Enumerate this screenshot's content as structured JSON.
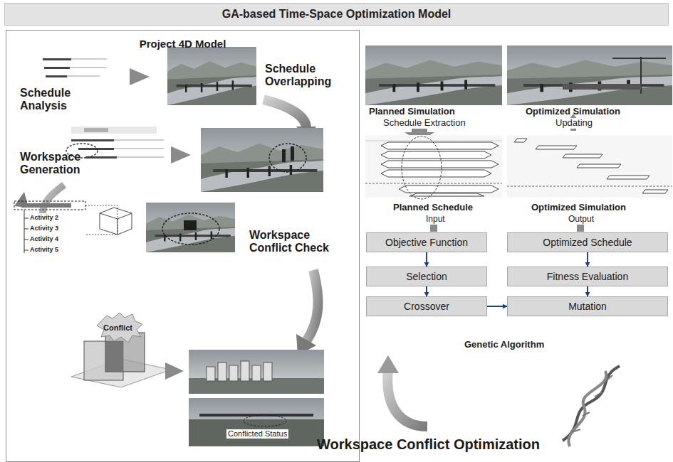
{
  "diagram": {
    "title": "GA-based Time-Space Optimization Model",
    "caption": "Workspace Conflict Optimization",
    "nodes": [
      {
        "text": [
          "Project 4D Model"
        ]
      },
      {
        "text": [
          "Objective Function"
        ]
      },
      {
        "text": [
          "Selection"
        ]
      },
      {
        "text": [
          "Crossover"
        ]
      },
      {
        "text": [
          "Optimized Schedule"
        ]
      },
      {
        "text": [
          "Fitness Evaluation"
        ]
      },
      {
        "text": [
          "Mutation"
        ]
      }
    ],
    "edges": [
      {
        "from": 1,
        "to": 2,
        "arrow": "to"
      },
      {
        "from": 2,
        "to": 3,
        "arrow": "to"
      },
      {
        "from": 3,
        "to": 6,
        "arrow": "to"
      },
      {
        "from": 4,
        "to": 5,
        "arrow": "to"
      },
      {
        "from": 5,
        "to": 6,
        "arrow": "to"
      }
    ],
    "labels": [
      "Schedule Analysis",
      "Schedule Overlapping",
      "Workspace Generation",
      "Activity 2",
      "Activity 3",
      "Activity 4",
      "Activity 5",
      "Workspace Conflict Check",
      "Conflict",
      "Conflicted Status",
      "Planned Simulation",
      "Optimized Simulation",
      "Schedule Extraction",
      "Updating",
      "Planned Schedule",
      "Optimized Simulation",
      "Input",
      "Output",
      "Genetic Algorithm"
    ]
  }
}
